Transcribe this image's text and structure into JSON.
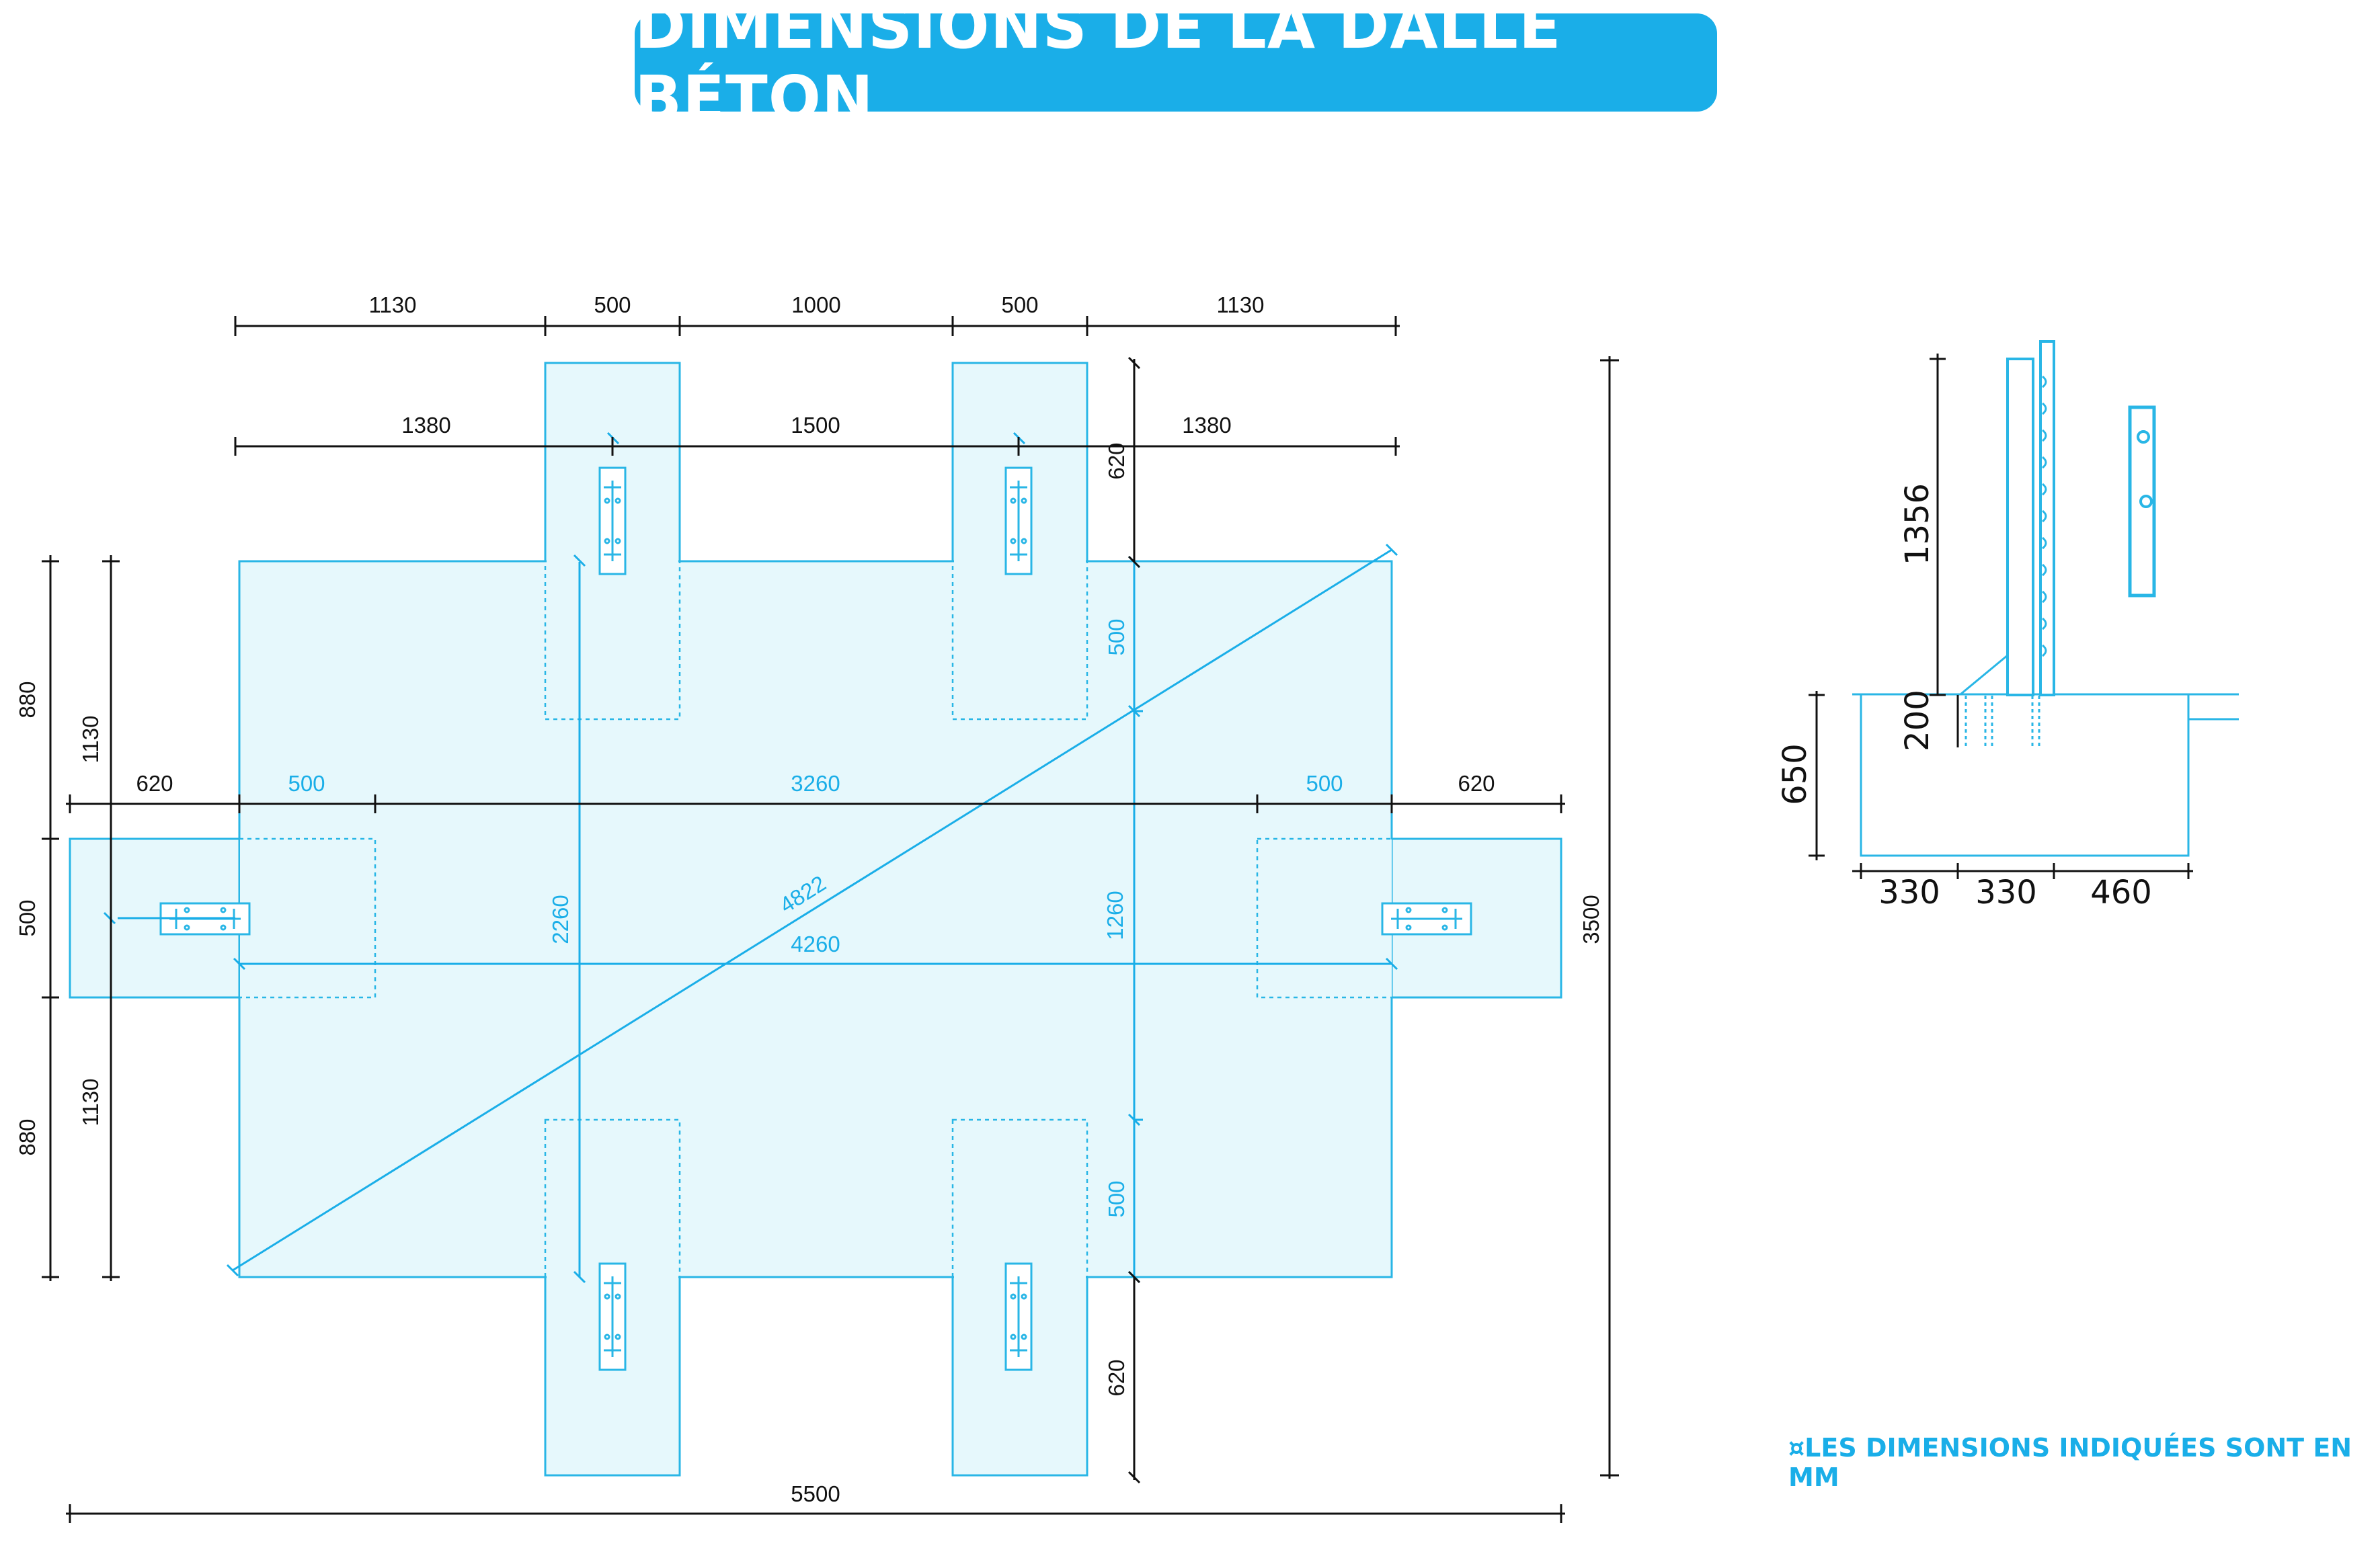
{
  "title": "DIMENSIONS DE LA DALLE BÉTON",
  "note": "¤LES DIMENSIONS INDIQUÉES SONT EN MM",
  "colors": {
    "accent": "#1aaee8",
    "fill": "#e6f8fc",
    "stroke": "#29b6e6",
    "line": "#111111"
  },
  "plan": {
    "top_row_1": [
      "1130",
      "500",
      "1000",
      "500",
      "1130"
    ],
    "top_row_2": [
      "1380",
      "1500",
      "1380"
    ],
    "middle_row": [
      "620",
      "500",
      "3260",
      "500",
      "620"
    ],
    "inner_width": "4260",
    "diagonal": "4822",
    "inner_height": "2260",
    "center_height": "1260",
    "right_col": [
      "620",
      "500",
      "500",
      "620"
    ],
    "left_outer": [
      "880",
      "500",
      "880"
    ],
    "left_inner": [
      "1130",
      "1130"
    ],
    "total_height": "3500",
    "total_width": "5500"
  },
  "section": {
    "post_height": "1356",
    "embed_depth": "200",
    "slab_depth": "650",
    "bottom": [
      "330",
      "330",
      "460"
    ]
  }
}
